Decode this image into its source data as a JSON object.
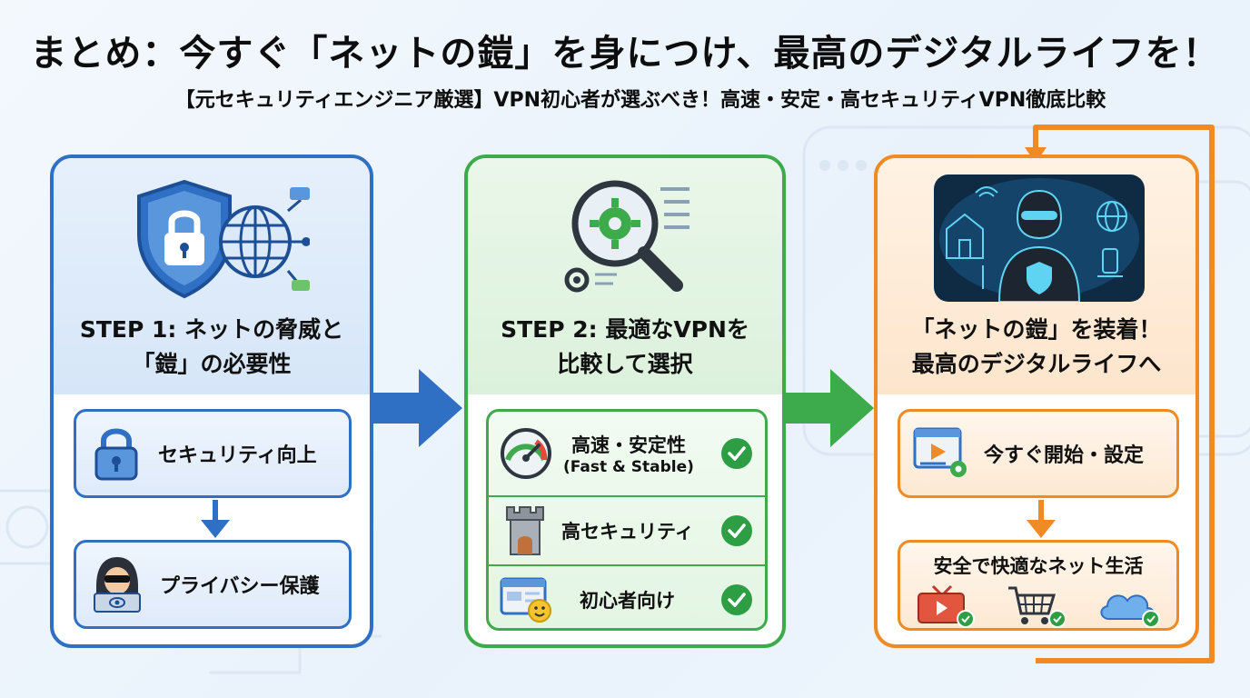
{
  "header": {
    "title": "まとめ：今すぐ「ネットの鎧」を身につけ、最高のデジタルライフを！",
    "subtitle": "【元セキュリティエンジニア厳選】VPN初心者が選ぶべき！高速・安定・高セキュリティVPN徹底比較"
  },
  "step1": {
    "title_line1": "STEP 1: ネットの脅威と",
    "title_line2": "「鎧」の必要性",
    "items": [
      {
        "label": "セキュリティ向上",
        "icon": "padlock-icon"
      },
      {
        "label": "プライバシー保護",
        "icon": "hooded-hacker-icon"
      }
    ]
  },
  "step2": {
    "title_line1": "STEP 2: 最適なVPNを",
    "title_line2": "比較して選択",
    "items": [
      {
        "label": "高速・安定性",
        "sub": "(Fast & Stable)",
        "icon": "speedometer-icon"
      },
      {
        "label": "高セキュリティ",
        "icon": "castle-tower-icon"
      },
      {
        "label": "初心者向け",
        "icon": "browser-smiley-icon"
      }
    ]
  },
  "step3": {
    "title_line1": "「ネットの鎧」を装着！",
    "title_line2": "最高のデジタルライフへ",
    "start_label": "今すぐ開始・設定",
    "life_label": "安全で快適なネット生活"
  },
  "colors": {
    "step1": "#2f6fc4",
    "step2": "#3daa4c",
    "step3": "#f08a24",
    "check": "#2e9e44"
  }
}
